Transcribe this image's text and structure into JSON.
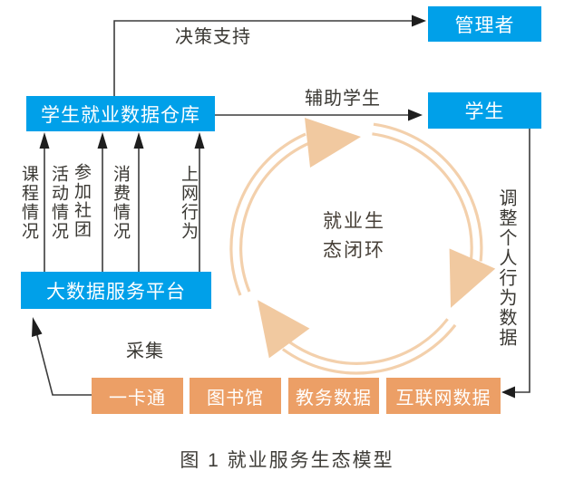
{
  "diagram": {
    "caption": "图 1 就业服务生态模型",
    "nodes": {
      "manager": "管理者",
      "student": "学生",
      "warehouse": "学生就业数据仓库",
      "platform": "大数据服务平台",
      "card": "一卡通",
      "library": "图书馆",
      "academic": "教务数据",
      "internet": "互联网数据"
    },
    "edges": {
      "decision_support": "决策支持",
      "assist_students": "辅助学生",
      "collect": "采集",
      "adjust_behavior": "调整个人行为数据",
      "course": "课程情况",
      "club_col_right": "参加社团",
      "club_col_left": "活动情况",
      "consumption": "消费情况",
      "internet_behavior": "上网行为"
    },
    "loop": {
      "lines": [
        "就业生",
        "态闭环"
      ]
    },
    "colors": {
      "node_blue": "#00A0E9",
      "node_orange": "#EC9F66",
      "loop_peach": "#F3D0AC",
      "loop_arrow_peach": "#F1C9A0",
      "connector_line": "#3c3c3c"
    }
  }
}
